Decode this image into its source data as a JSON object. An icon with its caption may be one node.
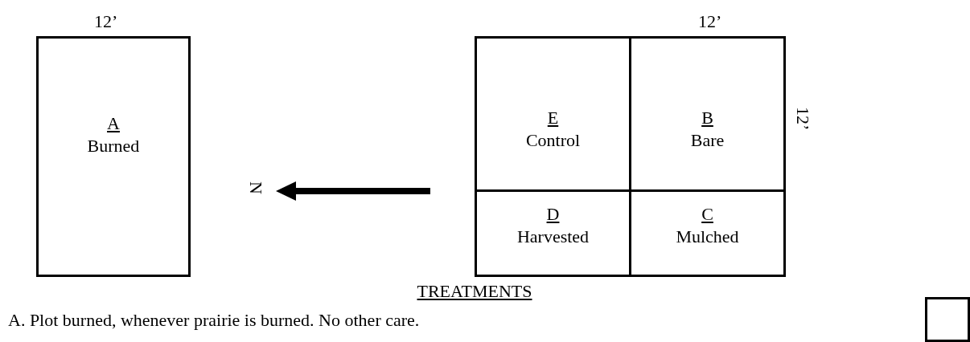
{
  "diagram": {
    "nodes": [
      {
        "text": [
          "A",
          "Burned"
        ]
      },
      {
        "text": [
          "E",
          "Control"
        ]
      },
      {
        "text": [
          "B",
          "Bare"
        ]
      },
      {
        "text": [
          "D",
          "Harvested"
        ]
      },
      {
        "text": [
          "C",
          "Mulched"
        ]
      },
      {
        "text": [],
        "shape": "box"
      }
    ],
    "edges": [],
    "labels": [
      "12’",
      "12’",
      "12’",
      "N",
      "TREATMENTS",
      "A. Plot burned, whenever prairie is burned. No other care."
    ]
  }
}
